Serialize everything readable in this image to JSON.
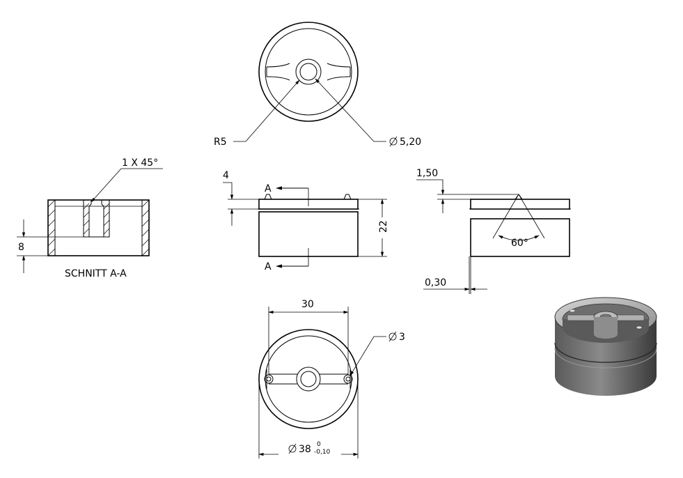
{
  "top_view": {
    "radius_label": "R5",
    "hole_diameter_label": "5,20"
  },
  "section_view": {
    "chamfer_label": "1 X 45°",
    "depth_label": "8",
    "title": "SCHNITT A-A"
  },
  "front_view": {
    "top_offset_label": "4",
    "height_label": "22",
    "section_marker_top": "A",
    "section_marker_bottom": "A"
  },
  "side_view": {
    "tip_height_label": "1,50",
    "angle_label": "60°",
    "offset_label": "0,30"
  },
  "bottom_view": {
    "spacing_label": "30",
    "small_hole_diameter_label": "3",
    "outer_diameter_label": "38",
    "tolerance_upper": "0",
    "tolerance_lower": "-0,10"
  },
  "iso_view": {
    "icon": "isometric-3d-model"
  }
}
